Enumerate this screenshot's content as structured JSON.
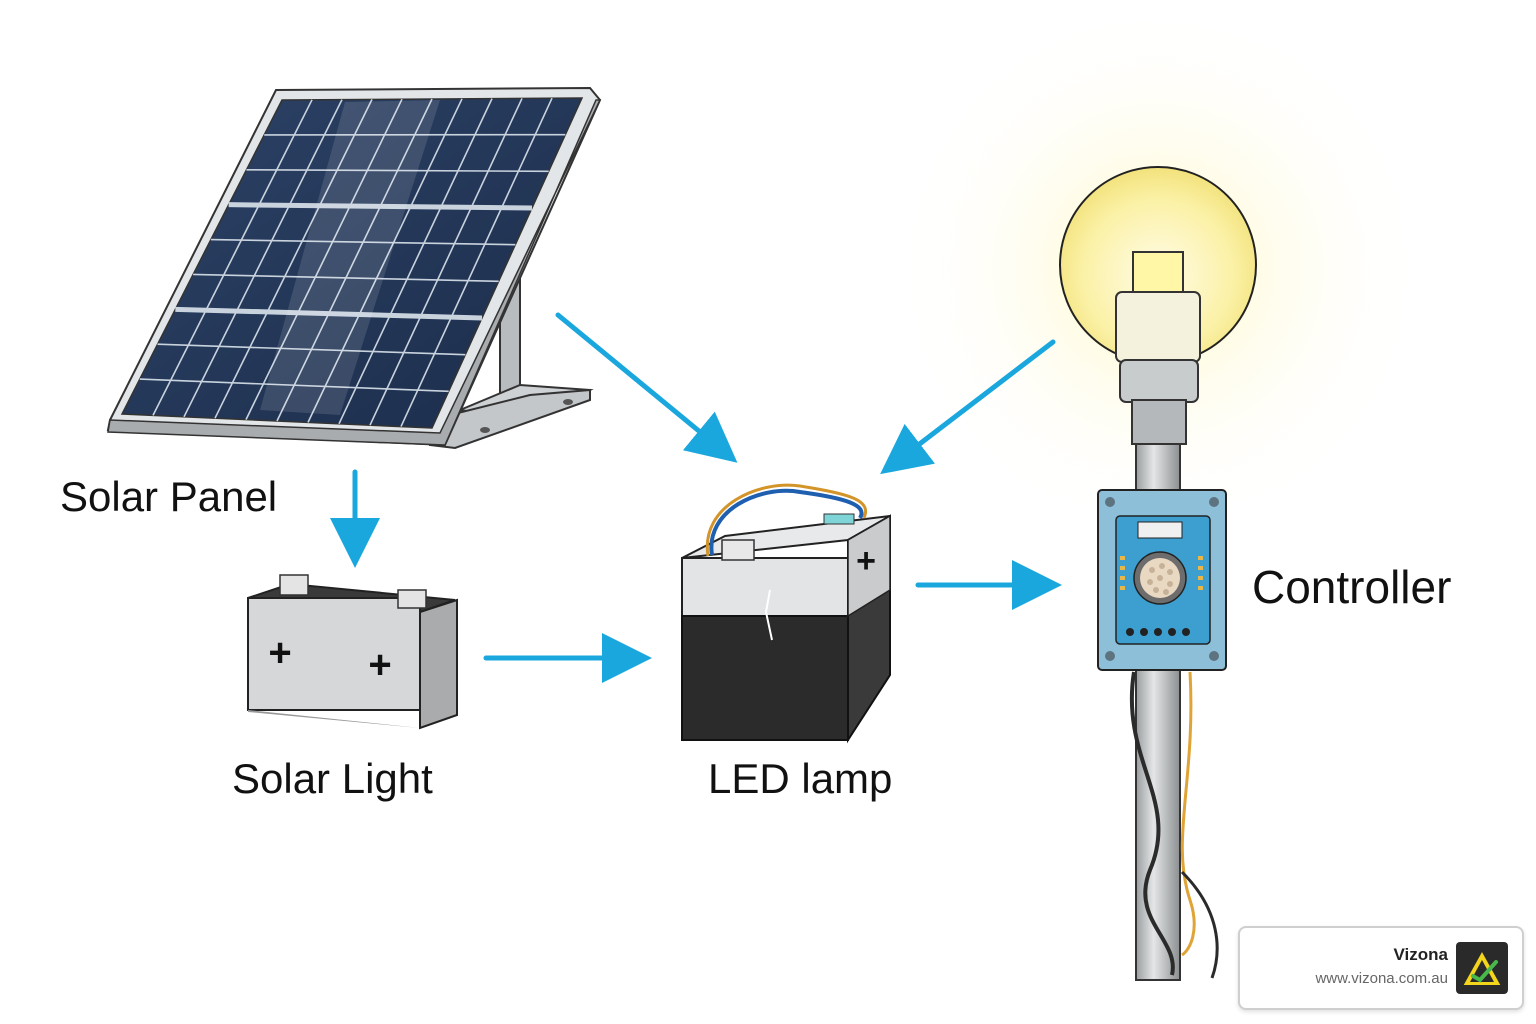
{
  "labels": {
    "solar_panel": "Solar Panel",
    "solar_light": "Solar Light",
    "led_lamp": "LED lamp",
    "controller": "Controller"
  },
  "battery_terminals": {
    "small_battery": [
      "+",
      "+"
    ],
    "large_battery": [
      "+"
    ]
  },
  "branding": {
    "name": "Vizona",
    "url": "www.vizona.com.au",
    "logo_icon": "vizona-logo-icon"
  },
  "colors": {
    "arrow": "#19a7de",
    "panel_cell": "#22375a",
    "panel_frame": "#d9dcde",
    "lamp_glow": "#fff6b8",
    "controller_board": "#4aa8cf",
    "battery_dark": "#2b2b2b",
    "logo_yellow": "#f3d51c"
  },
  "connections": [
    {
      "from": "Solar Panel",
      "to": "Solar Light"
    },
    {
      "from": "Solar Panel",
      "to": "LED lamp"
    },
    {
      "from": "Solar Light",
      "to": "LED lamp"
    },
    {
      "from": "lamp head",
      "to": "LED lamp"
    },
    {
      "from": "LED lamp",
      "to": "Controller"
    }
  ]
}
